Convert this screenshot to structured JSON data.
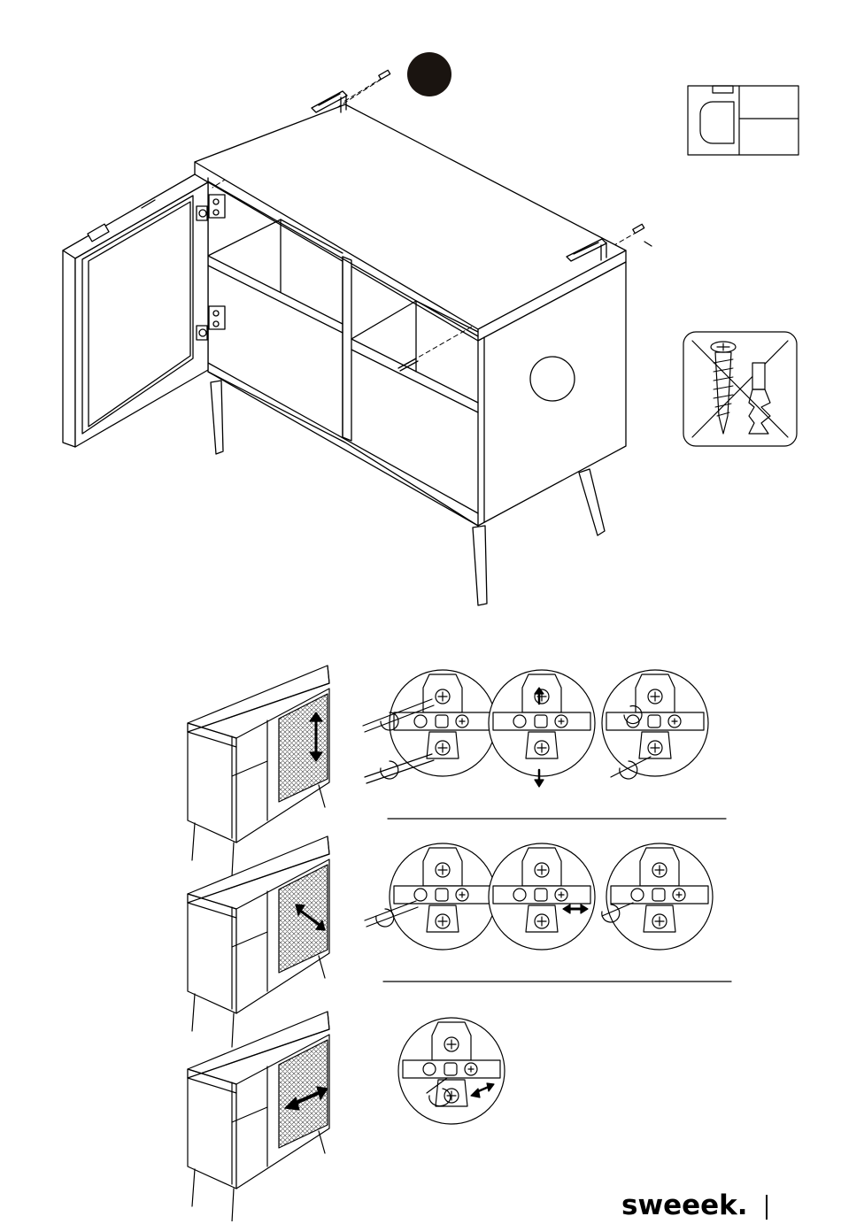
{
  "brand": {
    "name": "sweeek."
  },
  "colors": {
    "ink": "#000000",
    "paper": "#ffffff",
    "step_marker": "#1a1410",
    "mesh": "#444444"
  },
  "icons": {
    "step_marker": "filled-circle-icon",
    "hardware_callout": "circle-callout-icon",
    "board_layout": "board-layout-icon",
    "no_screw_warning": "crossed-screw-anchor-icon"
  },
  "adjustment_rows": [
    {
      "name": "height-adjustment",
      "arrow": "vertical"
    },
    {
      "name": "depth-adjustment",
      "arrow": "diagonal"
    },
    {
      "name": "side-adjustment",
      "arrow": "horizontal"
    }
  ]
}
